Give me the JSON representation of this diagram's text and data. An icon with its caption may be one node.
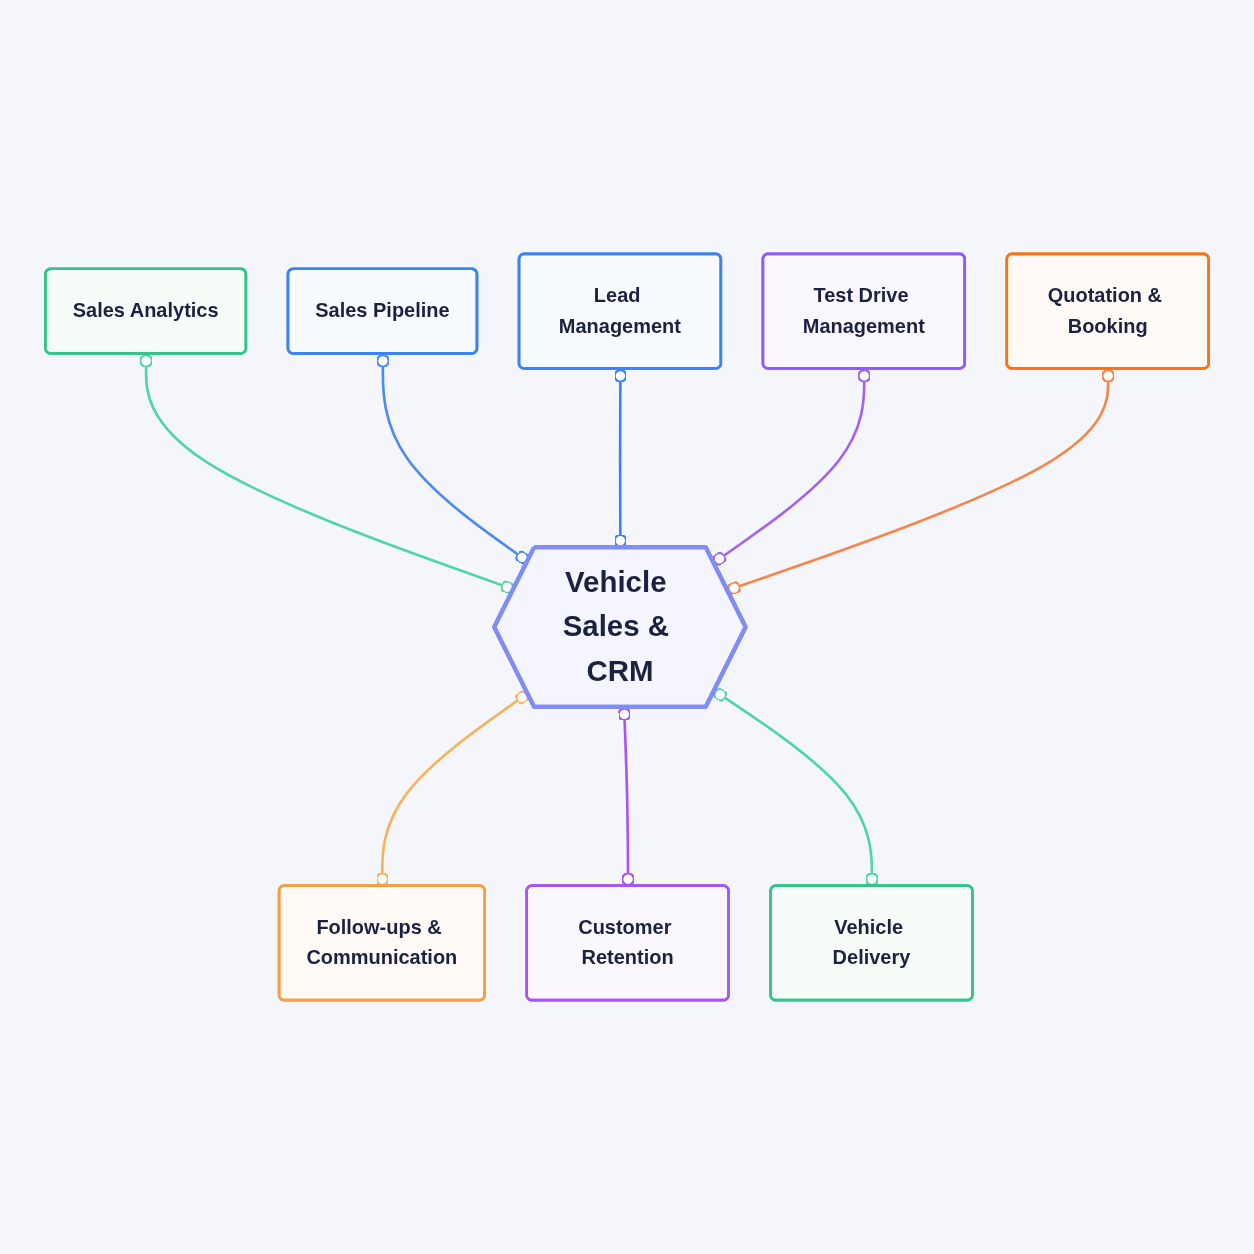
{
  "diagram": {
    "nodes": [
      {
        "text": [
          "Lead Management"
        ]
      },
      {
        "text": [
          "Sales Pipeline"
        ]
      },
      {
        "text": [
          "Test Drive Management"
        ]
      },
      {
        "text": [
          "Sales Analytics"
        ]
      },
      {
        "text": [
          "Vehicle Sales & CRM"
        ]
      },
      {
        "text": [
          "Quotation & Booking"
        ]
      },
      {
        "text": [
          "Follow-ups & Communication"
        ]
      },
      {
        "text": [
          "Vehicle Delivery"
        ]
      },
      {
        "text": [
          "Customer Retention"
        ]
      }
    ],
    "edges": [
      {
        "from": 3,
        "to": 4,
        "arrow": "other",
        "color": "#4fd6a8"
      },
      {
        "from": 1,
        "to": 4,
        "arrow": "other",
        "color": "#4a8af4"
      },
      {
        "from": 0,
        "to": 4,
        "arrow": "other",
        "color": "#3b82f6"
      },
      {
        "from": 2,
        "to": 4,
        "arrow": "other",
        "color": "#a461f0"
      },
      {
        "from": 5,
        "to": 4,
        "arrow": "other",
        "color": "#f5854a"
      },
      {
        "from": 4,
        "to": 6,
        "arrow": "other",
        "color": "#f6b35a"
      },
      {
        "from": 4,
        "to": 8,
        "arrow": "other",
        "color": "#a855f7"
      },
      {
        "from": 4,
        "to": 7,
        "arrow": "other",
        "color": "#4fd6a8"
      }
    ]
  }
}
